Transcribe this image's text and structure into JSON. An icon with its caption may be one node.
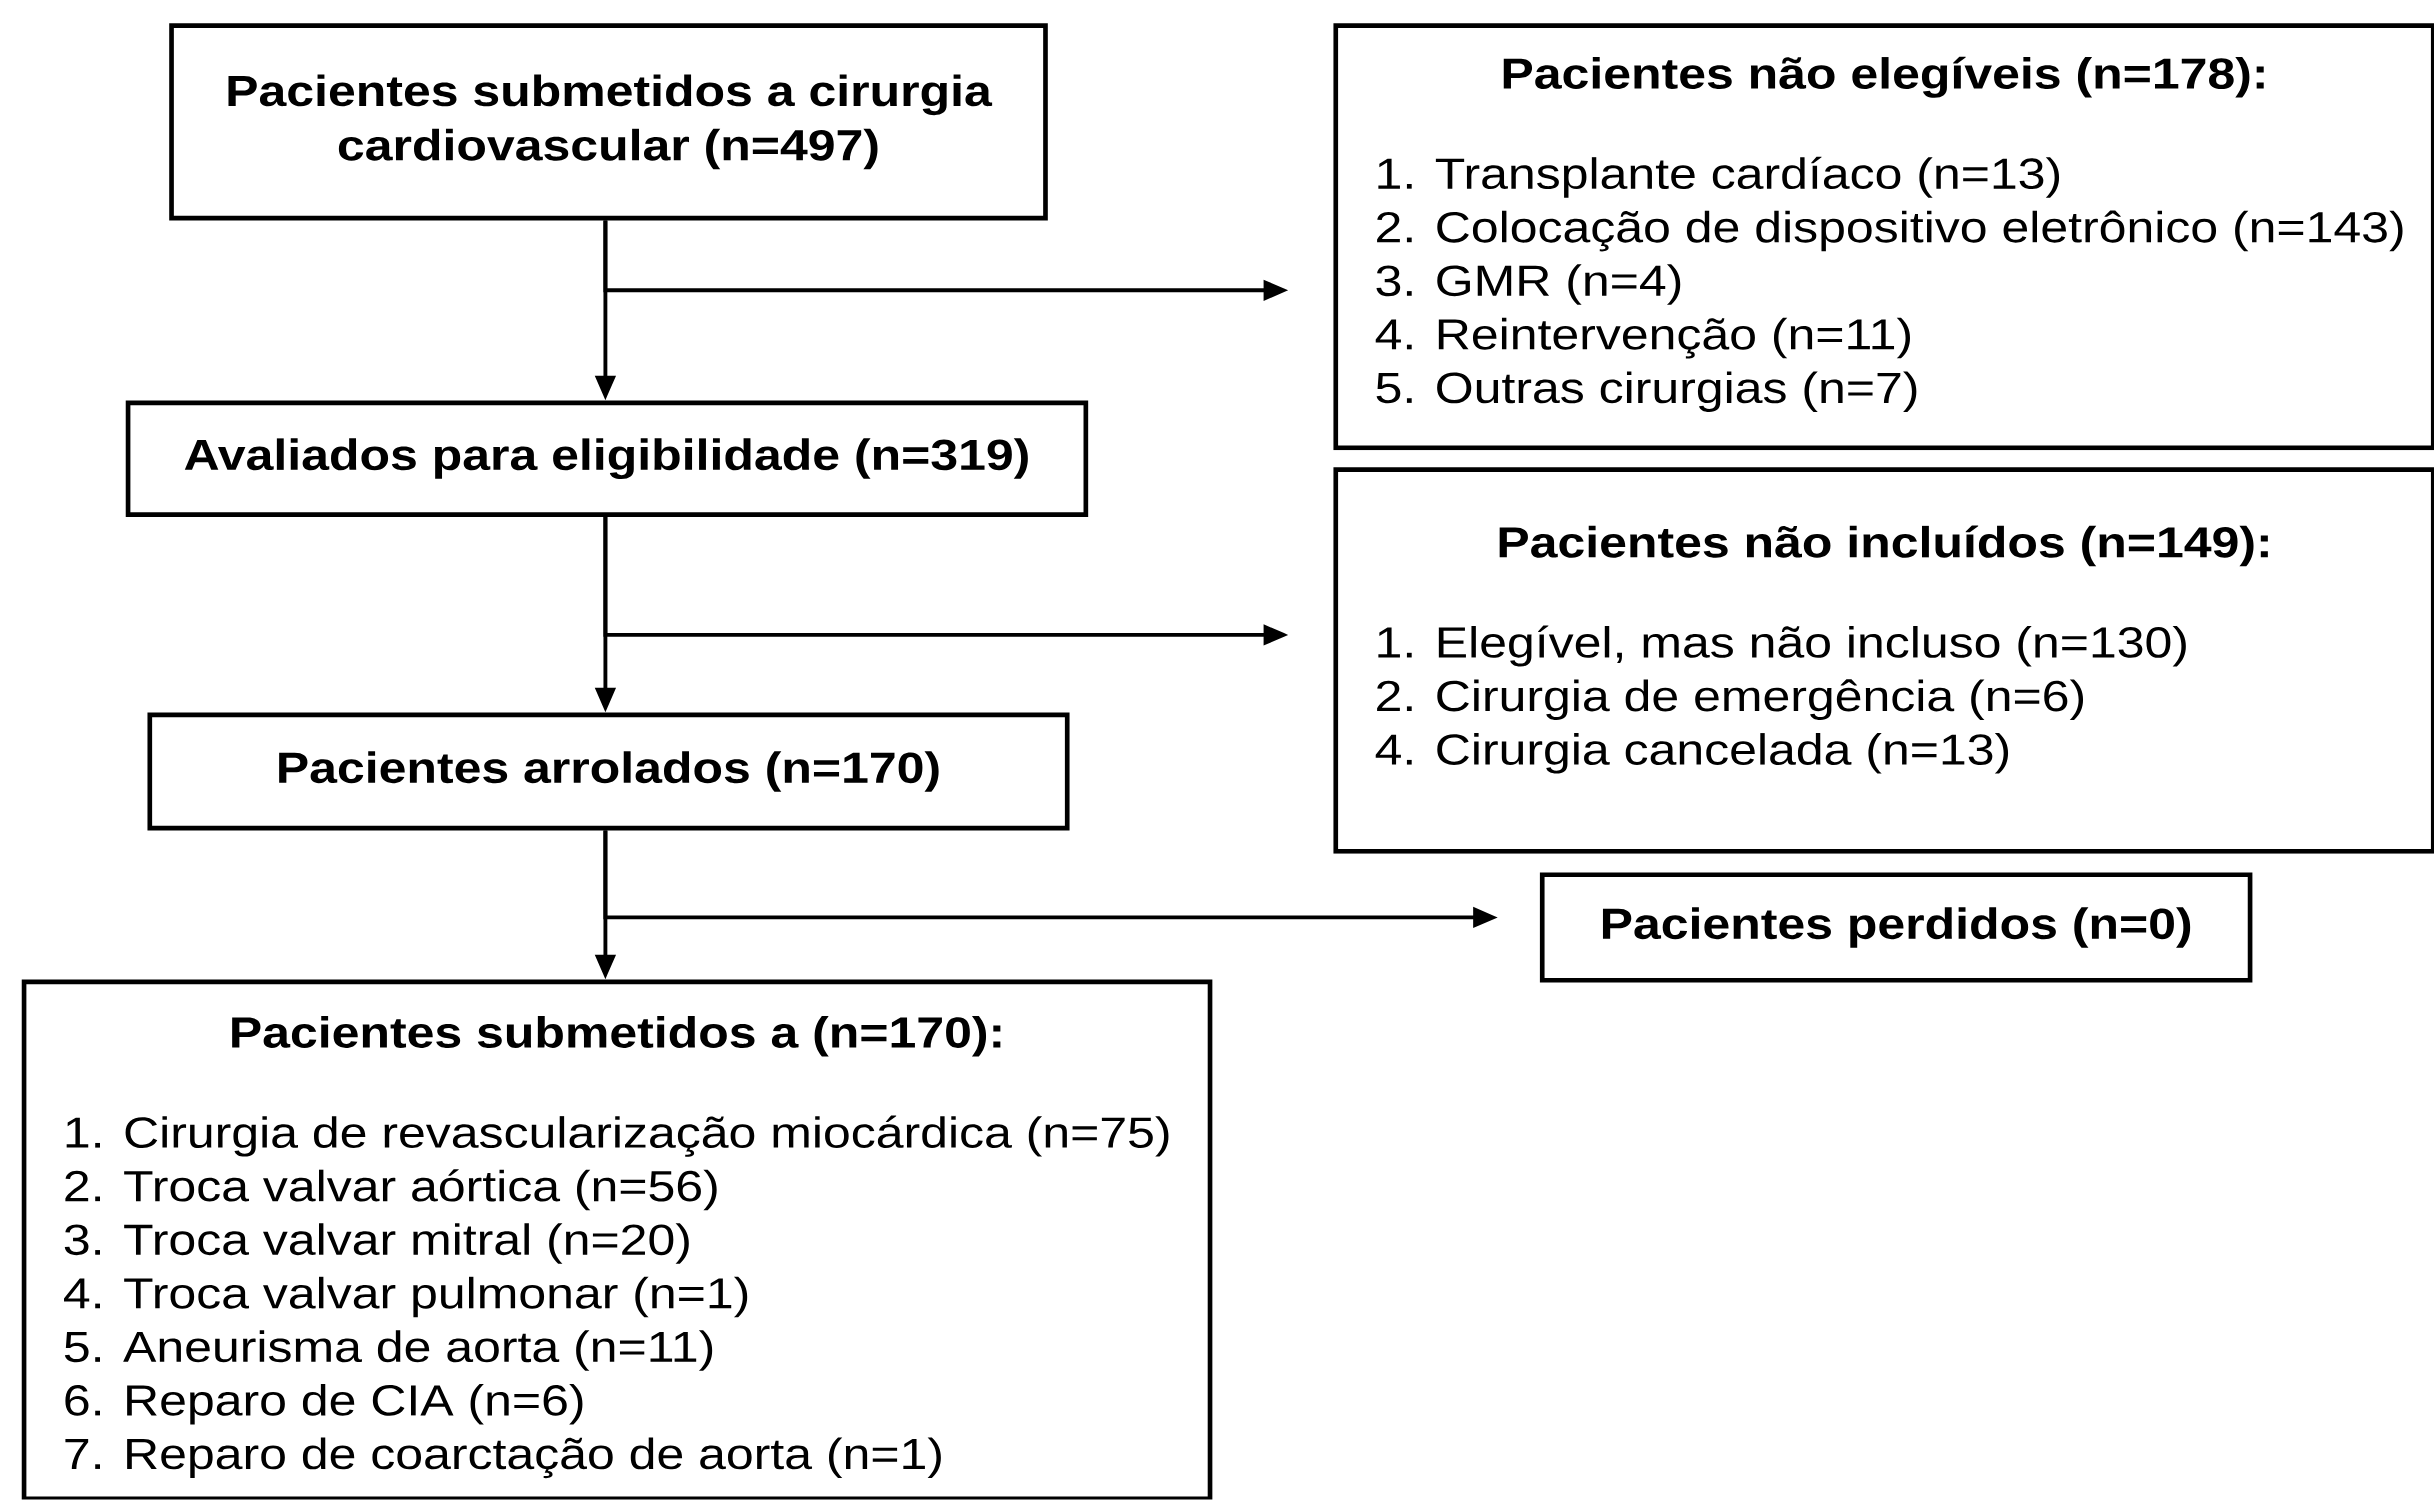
{
  "diagram": {
    "nodes": [
      {
        "text": [
          "Pacientes submetidos a cirurgia cardiovascular (n=497)"
        ]
      },
      {
        "text": [
          "Pacientes não elegíveis (n=178):",
          "1. Transplante cardíaco (n=13)",
          "2. Colocação de dispositivo eletrônico (n=143)",
          "3. GMR (n=4)",
          "4. Reintervenção (n=11)",
          "5. Outras cirurgias (n=7)"
        ]
      },
      {
        "text": [
          "Avaliados para eligibilidade (n=319)"
        ]
      },
      {
        "text": [
          "Pacientes não incluídos (n=149):",
          "1. Elegível, mas não incluso  (n=130)",
          "2. Cirurgia de emergência (n=6)",
          "4. Cirurgia cancelada (n=13)"
        ]
      },
      {
        "text": [
          "Pacientes arrolados (n=170)"
        ]
      },
      {
        "text": [
          "Pacientes perdidos (n=0)"
        ]
      },
      {
        "text": [
          "Pacientes submetidos a (n=170):",
          "1. Cirurgia de revascularização miocárdica (n=75)",
          "2. Troca valvar aórtica (n=56)",
          "3. Troca valvar mitral (n=20)",
          "4. Troca valvar pulmonar (n=1)",
          "5. Aneurisma de aorta (n=11)",
          "6. Reparo de CIA (n=6)",
          "7. Reparo de coarctação de aorta (n=1)"
        ]
      }
    ],
    "edges": [
      {
        "from": 0,
        "to": 2,
        "arrow": "to"
      },
      {
        "from": 0,
        "to": 1,
        "arrow": "to"
      },
      {
        "from": 2,
        "to": 4,
        "arrow": "to"
      },
      {
        "from": 2,
        "to": 3,
        "arrow": "to"
      },
      {
        "from": 4,
        "to": 6,
        "arrow": "to"
      },
      {
        "from": 4,
        "to": 5,
        "arrow": "to"
      }
    ]
  }
}
